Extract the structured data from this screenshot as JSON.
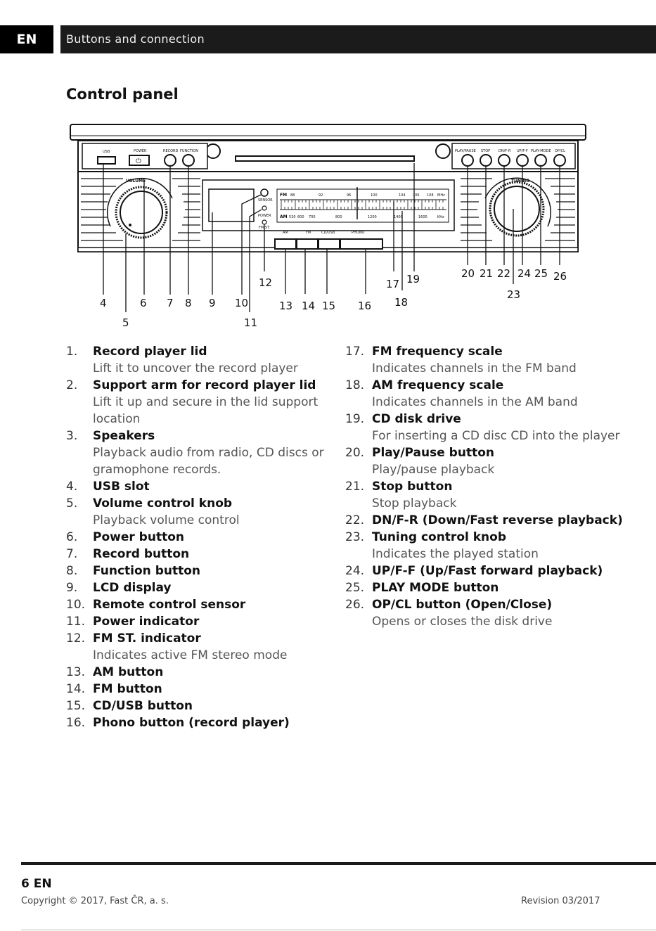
{
  "header": {
    "lang": "EN",
    "title": "Buttons and connection"
  },
  "section_title": "Control panel",
  "diagram": {
    "top_labels": {
      "usb": "USB",
      "power": "POWER",
      "record": "RECORD",
      "function": "FUNCTION",
      "playpause": "PLAY/PAUSE",
      "stop": "STOP",
      "dnfr": "DN/F-R",
      "upff": "UP/F-F",
      "playmode": "PLAY-MODE",
      "opcl": "OP/CL"
    },
    "knob_labels": {
      "volume": "VOLUME",
      "tuning": "TUNING"
    },
    "indicator_labels": {
      "sensor": "SENSOR",
      "power": "POWER",
      "fmst": "FM ST."
    },
    "fm_scale": {
      "band": "FM",
      "ticks": [
        "88",
        "92",
        "96",
        "100",
        "104",
        "106",
        "108"
      ],
      "unit": "MHz"
    },
    "am_scale": {
      "band": "AM",
      "ticks": [
        "530",
        "600",
        "700",
        "800",
        "1200",
        "1400",
        "1600"
      ],
      "unit": "KHz"
    },
    "source_buttons": {
      "am": "AM",
      "fm": "FM",
      "cdusb": "CD/USB",
      "phono": "PHONO"
    },
    "callouts": {
      "c4": "4",
      "c5": "5",
      "c6": "6",
      "c7": "7",
      "c8": "8",
      "c9": "9",
      "c10": "10",
      "c11": "11",
      "c12": "12",
      "c13": "13",
      "c14": "14",
      "c15": "15",
      "c16": "16",
      "c17": "17",
      "c18": "18",
      "c19": "19",
      "c20": "20",
      "c21": "21",
      "c22": "22",
      "c23": "23",
      "c24": "24",
      "c25": "25",
      "c26": "26"
    }
  },
  "left_items": [
    {
      "num": "1.",
      "title": "Record player lid",
      "desc": "Lift it to uncover the record player"
    },
    {
      "num": "2.",
      "title": "Support arm for record player lid",
      "desc": "Lift it up and secure in the lid support location"
    },
    {
      "num": "3.",
      "title": "Speakers",
      "desc": "Playback audio from radio, CD discs or gramophone records."
    },
    {
      "num": "4.",
      "title": "USB slot",
      "desc": ""
    },
    {
      "num": "5.",
      "title": "Volume control knob",
      "desc": "Playback volume control"
    },
    {
      "num": "6.",
      "title": "Power button",
      "desc": ""
    },
    {
      "num": "7.",
      "title": "Record button",
      "desc": ""
    },
    {
      "num": "8.",
      "title": "Function button",
      "desc": ""
    },
    {
      "num": "9.",
      "title": "LCD display",
      "desc": ""
    },
    {
      "num": "10.",
      "title": "Remote control sensor",
      "desc": ""
    },
    {
      "num": "11.",
      "title": "Power indicator",
      "desc": ""
    },
    {
      "num": "12.",
      "title": "FM ST. indicator",
      "desc": "Indicates active FM stereo mode"
    },
    {
      "num": "13.",
      "title": "AM button",
      "desc": ""
    },
    {
      "num": "14.",
      "title": "FM button",
      "desc": ""
    },
    {
      "num": "15.",
      "title": "CD/USB button",
      "desc": ""
    },
    {
      "num": "16.",
      "title": "Phono button (record player)",
      "desc": ""
    }
  ],
  "right_items": [
    {
      "num": "17.",
      "title": "FM frequency scale",
      "desc": "Indicates channels in the FM band"
    },
    {
      "num": "18.",
      "title": "AM frequency scale",
      "desc": "Indicates channels in the AM band"
    },
    {
      "num": "19.",
      "title": "CD disk drive",
      "desc": "For inserting a CD disc CD into the player"
    },
    {
      "num": "20.",
      "title": "Play/Pause button",
      "desc": "Play/pause playback"
    },
    {
      "num": "21.",
      "title": "Stop button",
      "desc": "Stop playback"
    },
    {
      "num": "22.",
      "title": "DN/F-R (Down/Fast reverse playback)",
      "desc": ""
    },
    {
      "num": "23.",
      "title": "Tuning control knob",
      "desc": "Indicates the played station"
    },
    {
      "num": "24.",
      "title": "UP/F-F (Up/Fast forward playback)",
      "desc": ""
    },
    {
      "num": "25.",
      "title": "PLAY MODE button",
      "desc": ""
    },
    {
      "num": "26.",
      "title": "OP/CL button (Open/Close)",
      "desc": "Opens or closes the disk drive"
    }
  ],
  "footer": {
    "page": "6 EN",
    "copyright": "Copyright © 2017, Fast ČR, a. s.",
    "revision": "Revision 03/2017"
  }
}
